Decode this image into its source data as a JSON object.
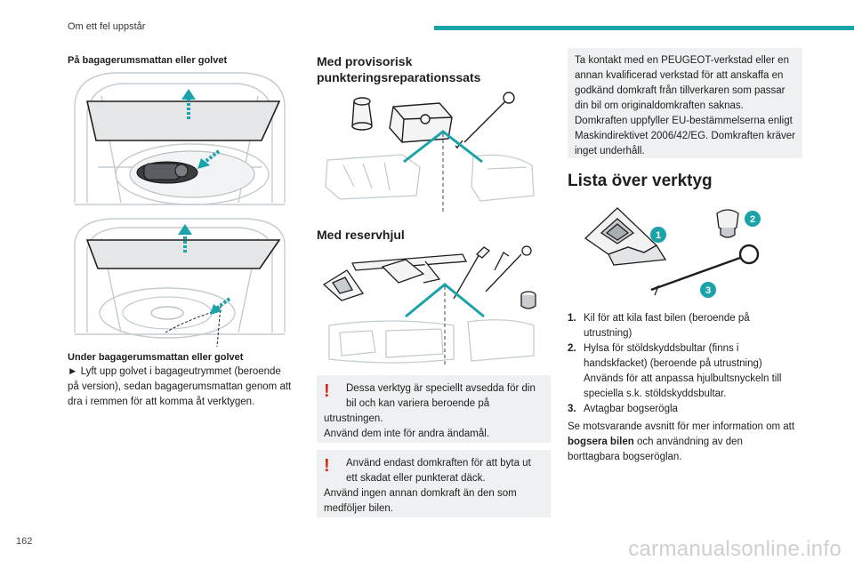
{
  "header": {
    "section": "Om ett fel uppstår",
    "page_number": "162",
    "accent": "#1aa3a8"
  },
  "watermark": "carmanualsonline.info",
  "col1": {
    "heading": "På bagagerumsmattan eller golvet",
    "subheading": "Under bagagerumsmattan eller golvet",
    "bullet": "►",
    "text": "Lyft upp golvet i bagageutrymmet (beroende på version), sedan bagagerumsmattan genom att dra i remmen för att komma åt verktygen."
  },
  "col2": {
    "heading1": "Med provisorisk punkteringsreparationssats",
    "heading2": "Med reservhjul",
    "note1_line1": "Dessa verktyg är speciellt avsedda för din bil och kan variera beroende på",
    "note1_line2": "utrustningen.",
    "note1_line3": "Använd dem inte för andra ändamål.",
    "note2_line1": "Använd endast domkraften för att byta ut ett skadat eller punkterat däck.",
    "note2_line2": "Använd ingen annan domkraft än den som medföljer bilen.",
    "warning_color": "#d32b1f"
  },
  "col3": {
    "info": "Ta kontakt med en PEUGEOT-verkstad eller en annan kvalificerad verkstad för att anskaffa en godkänd domkraft från tillverkaren som passar din bil om originaldomkraften saknas. Domkraften uppfyller EU-bestämmelserna enligt Maskindirektivet 2006/42/EG. Domkraften kräver inget underhåll.",
    "heading": "Lista över verktyg",
    "callouts": [
      "1",
      "2",
      "3"
    ],
    "items": [
      {
        "num": "1.",
        "text": "Kil för att kila fast bilen (beroende på utrustning)"
      },
      {
        "num": "2.",
        "text": "Hylsa för stöldskyddsbultar (finns i handskfacket) (beroende på utrustning) Används för att anpassa hjulbultsnyckeln till speciella s.k. stöldskyddsbultar."
      },
      {
        "num": "3.",
        "text": "Avtagbar bogserögla"
      }
    ],
    "more_pre": "Se motsvarande avsnitt för mer information om att ",
    "more_bold": "bogsera bilen",
    "more_post": " och användning av den borttagbara bogseröglan."
  }
}
